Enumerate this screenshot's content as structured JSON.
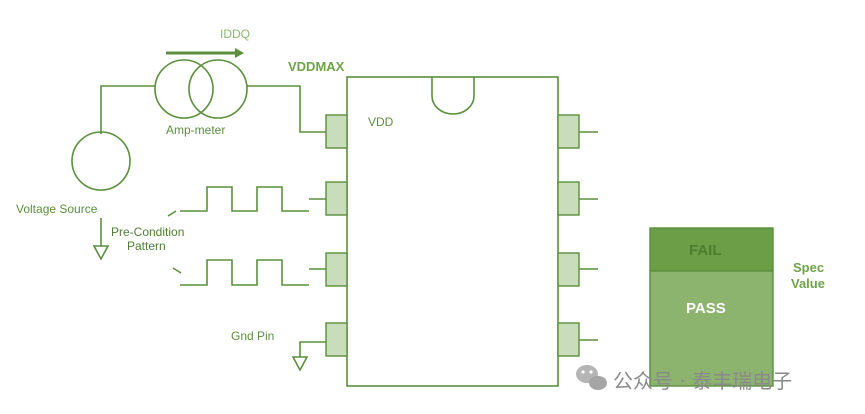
{
  "labels": {
    "iddq": "IDDQ",
    "vddmax": "VDDMAX",
    "amp_meter": "Amp-meter",
    "vdd": "VDD",
    "voltage_source": "Voltage Source",
    "precondition_line1": "Pre-Condition",
    "precondition_line2": "Pattern",
    "gnd_pin": "Gnd Pin",
    "spec_line1": "Spec",
    "spec_line2": "Value"
  },
  "result_box": {
    "fail": "FAIL",
    "pass": "PASS"
  },
  "watermark": {
    "text": "公众号 · 泰丰瑞电子"
  },
  "colors": {
    "accent": "#5a8f3c",
    "pin_fill": "#c9dcbc",
    "fail_fill": "#6b9e47",
    "pass_fill": "#8cb46f"
  }
}
